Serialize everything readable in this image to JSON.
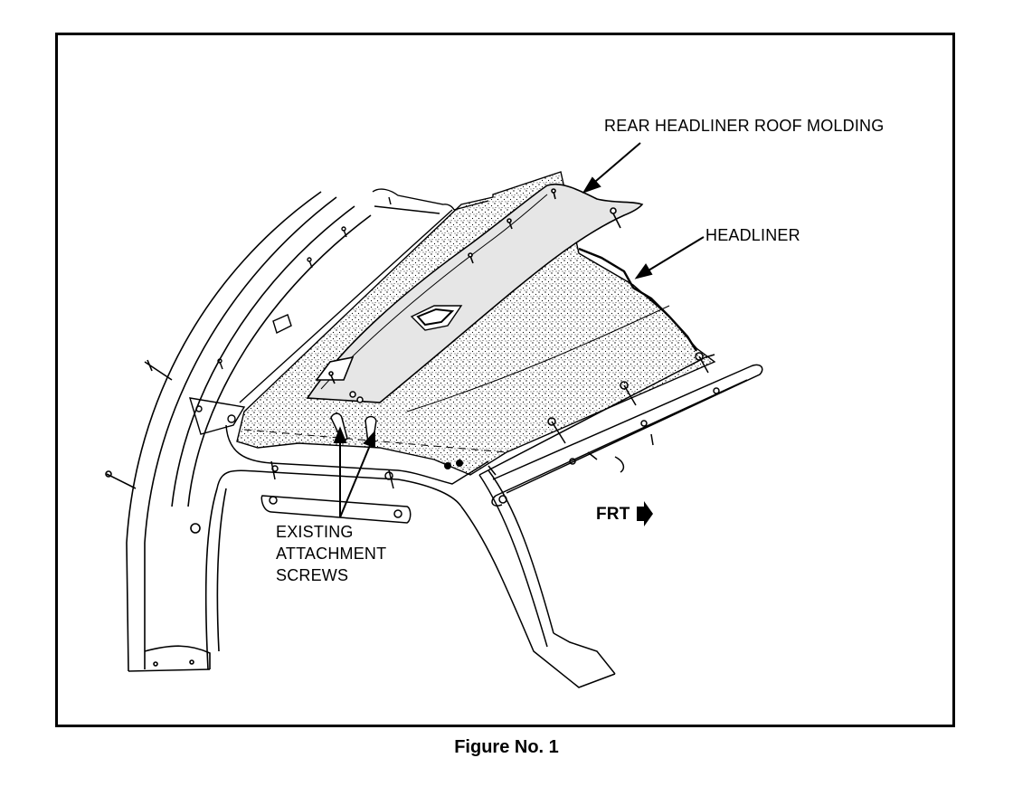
{
  "figure": {
    "caption": "Figure No. 1",
    "labels": {
      "rear_molding": "REAR HEADLINER ROOF MOLDING",
      "headliner": "HEADLINER",
      "screws_line1": "EXISTING",
      "screws_line2": "ATTACHMENT",
      "screws_line3": "SCREWS",
      "front": "FRT"
    }
  }
}
